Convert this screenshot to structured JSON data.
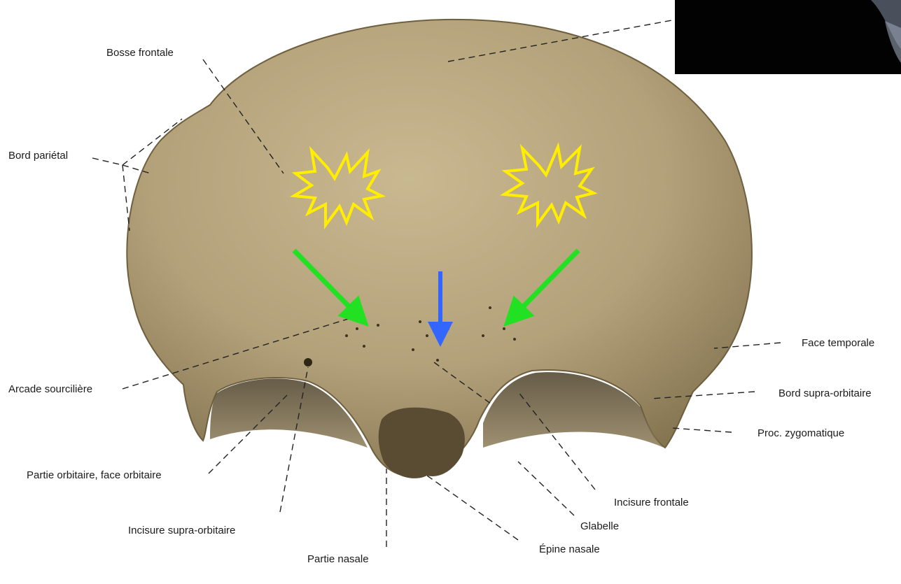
{
  "labels": {
    "bosse_frontale": "Bosse frontale",
    "bord_parietal": "Bord pariétal",
    "arcade_sourciliere": "Arcade sourcilière",
    "partie_orbitaire": "Partie orbitaire, face orbitaire",
    "incisure_supra_orbitaire": "Incisure supra-orbitaire",
    "partie_nasale": "Partie nasale",
    "epine_nasale": "Épine nasale",
    "glabelle": "Glabelle",
    "incisure_frontale": "Incisure frontale",
    "proc_zygomatique": "Proc. zygomatique",
    "bord_supra_orbitaire": "Bord supra-orbitaire",
    "face_temporale": "Face temporale"
  },
  "colors": {
    "bone": "#b3a17a",
    "bone_shadow": "#6e5f3f",
    "leader_line": "#222222",
    "star_outline": "#ffee00",
    "green_arrow": "#22e022",
    "blue_arrow": "#3366ff",
    "inset_bg": "#020202"
  },
  "icons": {
    "stars": "yellow-starburst",
    "green_arrows": "green-arrow",
    "blue_arrow": "blue-arrow"
  }
}
